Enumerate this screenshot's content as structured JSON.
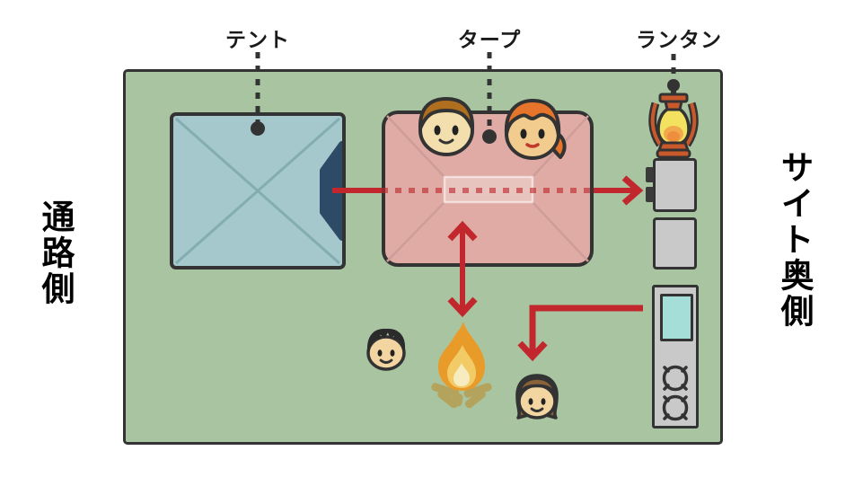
{
  "diagram": {
    "type": "campsite-layout",
    "callouts": [
      {
        "id": "tent",
        "label": "テント"
      },
      {
        "id": "tarp",
        "label": "タープ"
      },
      {
        "id": "lantern",
        "label": "ランタン"
      }
    ],
    "side_labels": {
      "left": "通路側",
      "right": "サイト奥側"
    },
    "icons": [
      "lantern-icon",
      "boy-face-icon",
      "girl-face-icon",
      "man-face-icon",
      "woman-face-icon",
      "campfire-icon",
      "cooler-box-icon",
      "storage-box-icon",
      "kitchen-stand-icon",
      "sink-icon",
      "stove-burner-icon",
      "tent-door"
    ],
    "arrows": [
      "tent-through-tarp-to-cooler",
      "tarp-to-campfire-double",
      "kitchen-stand-to-woman"
    ],
    "colors": {
      "site_green": "#a9c4a1",
      "outline_dark": "#333333",
      "tent_blue": "#a4c8cc",
      "tent_door_navy": "#2d4a66",
      "tarp_pink": "#dfaba4",
      "arrow_red": "#c1272d",
      "box_gray": "#c9c9c9",
      "sink_teal": "#a5ded9",
      "lantern_orange": "#c9582b",
      "flame_orange": "#e89b28",
      "flame_yellow": "#f2cb67"
    }
  }
}
